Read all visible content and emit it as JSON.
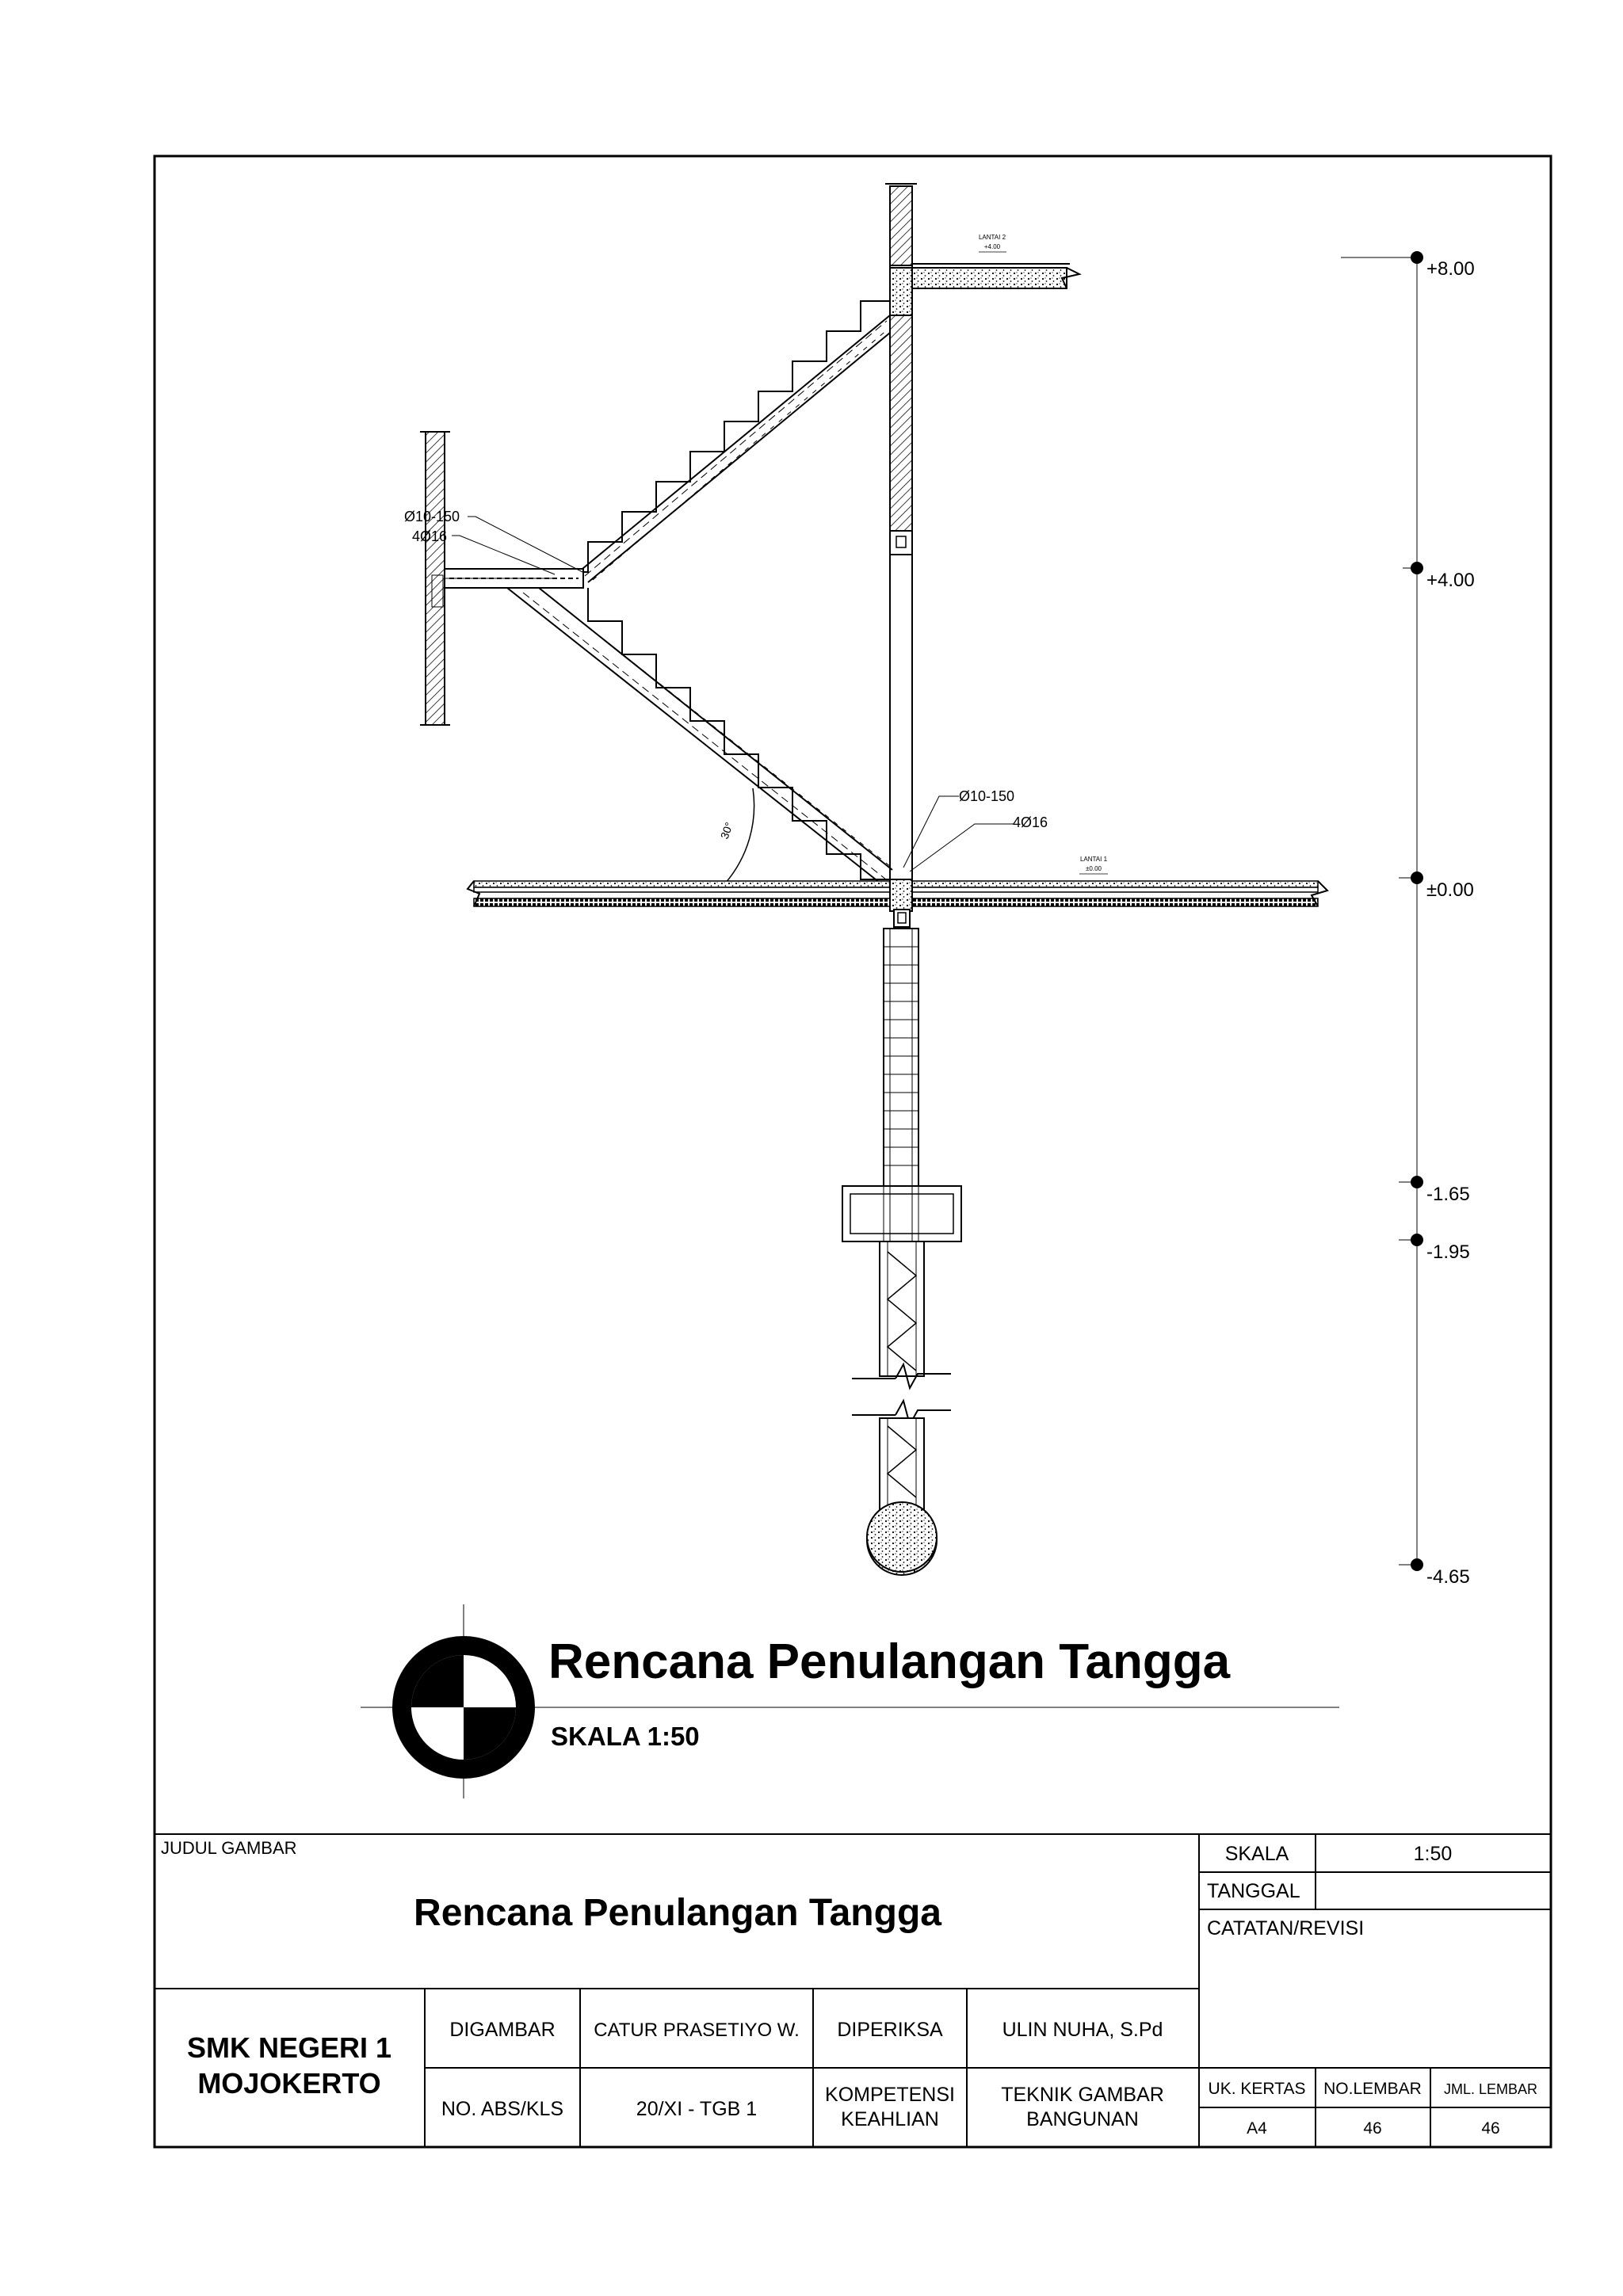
{
  "drawing": {
    "floor_labels": {
      "lantai2": "LANTAI 2",
      "lantai2_level": "+4.00",
      "lantai1": "LANTAI 1",
      "lantai1_level": "±0.00"
    },
    "rebar_upper": {
      "stirrup": "Ø10-150",
      "main": "4Ø16"
    },
    "rebar_lower": {
      "stirrup": "Ø10-150",
      "main": "4Ø16"
    },
    "angle": "30°",
    "elevations": [
      "+8.00",
      "+4.00",
      "±0.00",
      "-1.65",
      "-1.95",
      "-4.65"
    ]
  },
  "title_block_main": {
    "title": "Rencana Penulangan Tangga",
    "scale": "SKALA 1:50"
  },
  "title_block": {
    "judul_label": "JUDUL GAMBAR",
    "judul": "Rencana Penulangan Tangga",
    "school_line1": "SMK NEGERI 1",
    "school_line2": "MOJOKERTO",
    "digambar_label": "DIGAMBAR",
    "digambar": "CATUR PRASETIYO W.",
    "diperiksa_label": "DIPERIKSA",
    "diperiksa": "ULIN NUHA, S.Pd",
    "no_abs_label": "NO. ABS/KLS",
    "no_abs": "20/XI - TGB 1",
    "kompetensi_label_1": "KOMPETENSI",
    "kompetensi_label_2": "KEAHLIAN",
    "kompetensi_1": "TEKNIK GAMBAR",
    "kompetensi_2": "BANGUNAN",
    "skala_label": "SKALA",
    "skala": "1:50",
    "tanggal_label": "TANGGAL",
    "tanggal": "",
    "catatan_label": "CATATAN/REVISI",
    "uk_kertas_label": "UK. KERTAS",
    "uk_kertas": "A4",
    "no_lembar_label": "NO.LEMBAR",
    "no_lembar": "46",
    "jml_lembar_label": "JML. LEMBAR",
    "jml_lembar": "46"
  }
}
